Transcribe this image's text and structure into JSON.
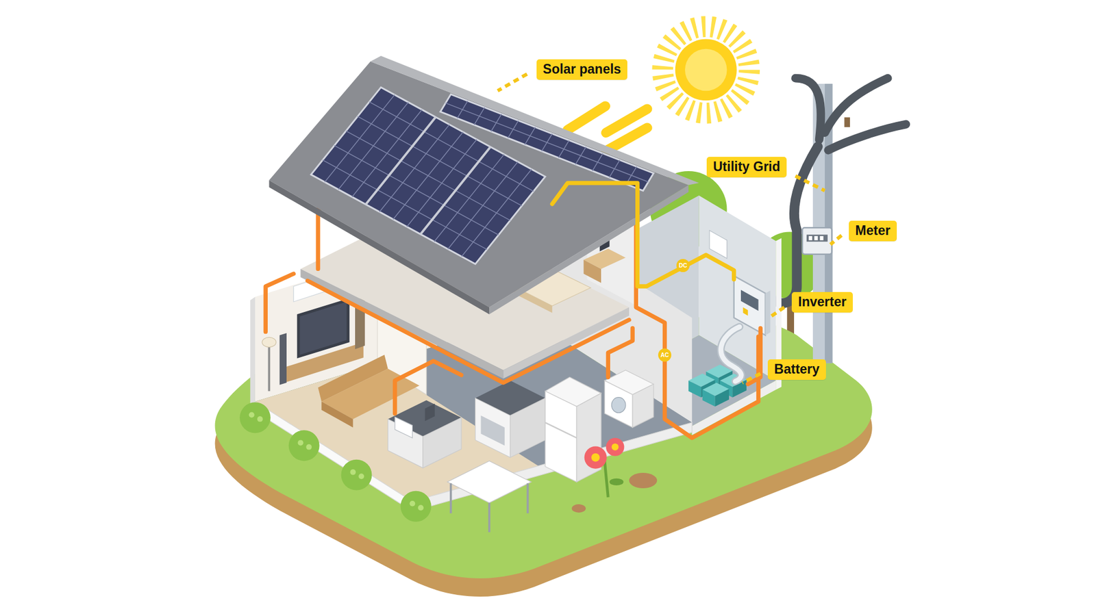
{
  "diagram": {
    "nodes": [
      {
        "text": [
          "Solar panels"
        ]
      },
      {
        "text": [
          "Utility Grid"
        ]
      },
      {
        "text": [
          "Meter"
        ]
      },
      {
        "text": [
          "DC"
        ]
      },
      {
        "text": [
          "Inverter"
        ]
      },
      {
        "text": [
          "AC"
        ]
      },
      {
        "text": [
          "Battery"
        ]
      }
    ]
  }
}
